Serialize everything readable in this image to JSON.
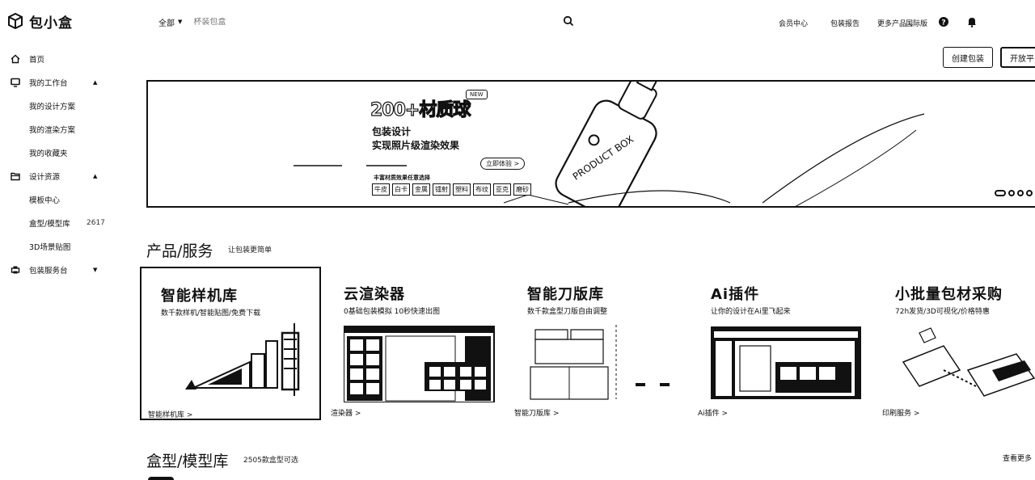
{
  "app": {
    "name": "包小盒"
  },
  "search": {
    "scope": "全部",
    "placeholder": "杯装包盒"
  },
  "topnav": {
    "links": [
      "会员中心",
      "包装报告",
      "更多产品",
      "国际版"
    ]
  },
  "buttons": {
    "create": "创建包装",
    "open": "开放平"
  },
  "sidebar": {
    "items": [
      {
        "label": "首页"
      },
      {
        "label": "我的工作台"
      },
      {
        "label": "我的设计方案"
      },
      {
        "label": "我的渲染方案"
      },
      {
        "label": "我的收藏夹"
      },
      {
        "label": "设计资源"
      },
      {
        "label": "模板中心"
      },
      {
        "label": "盒型/模型库",
        "extra": "2617"
      },
      {
        "label": "3D场景贴图"
      },
      {
        "label": "包装服务台"
      }
    ]
  },
  "banner": {
    "headline": "200+材质球",
    "badge": "NEW",
    "line1": "包装设计",
    "line2": "实现照片级渲染效果",
    "cta": "立即体验 >",
    "caption": "丰富材质效果任意选择",
    "tags": [
      "牛皮",
      "白卡",
      "金属",
      "镭射",
      "塑料",
      "布纹",
      "亚克",
      "磨砂"
    ],
    "product_text": "PRODUCT BOX"
  },
  "services": {
    "title": "产品/服务",
    "subtitle": "让包装更简单",
    "cards": [
      {
        "title": "智能样机库",
        "desc": "数千款样机/智能贴图/免费下载",
        "link": "智能样机库 >"
      },
      {
        "title": "云渲染器",
        "desc": "0基础包装模拟  10秒快速出图",
        "link": "渲染器 >"
      },
      {
        "title": "智能刀版库",
        "desc": "数千款盒型刀版自由调整",
        "link": "智能刀版库 >"
      },
      {
        "title": "Ai插件",
        "desc": "让你的设计在Ai里飞起来",
        "link": "Ai插件 >"
      },
      {
        "title": "小批量包材采购",
        "desc": "72h发货/3D可视化/价格特惠",
        "link": "印刷服务 >"
      }
    ]
  },
  "models": {
    "title": "盒型/模型库",
    "subtitle": "2505款盒型可选",
    "view_more": "查看更多"
  }
}
